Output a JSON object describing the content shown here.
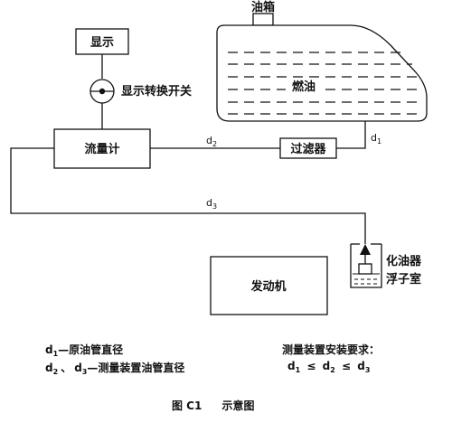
{
  "boxes": {
    "display": "显示",
    "flowmeter": "流量计",
    "filter": "过滤器",
    "engine": "发动机"
  },
  "labels": {
    "switch": "显示转换开关",
    "tank_top": "油箱",
    "fuel": "燃油",
    "carburetor_line1": "化油器",
    "carburetor_line2": "浮子室"
  },
  "pipes": {
    "d": "d",
    "d1_sub": "1",
    "d2_sub": "2",
    "d3_sub": "3"
  },
  "notes": {
    "d1_desc": "—原油管直径",
    "d23_desc": "—测量装置油管直径",
    "d23_sep": "、",
    "req_title": "测量装置安装要求：",
    "le": "≤"
  },
  "caption": {
    "figure": "图 C1",
    "title": "示意图"
  }
}
